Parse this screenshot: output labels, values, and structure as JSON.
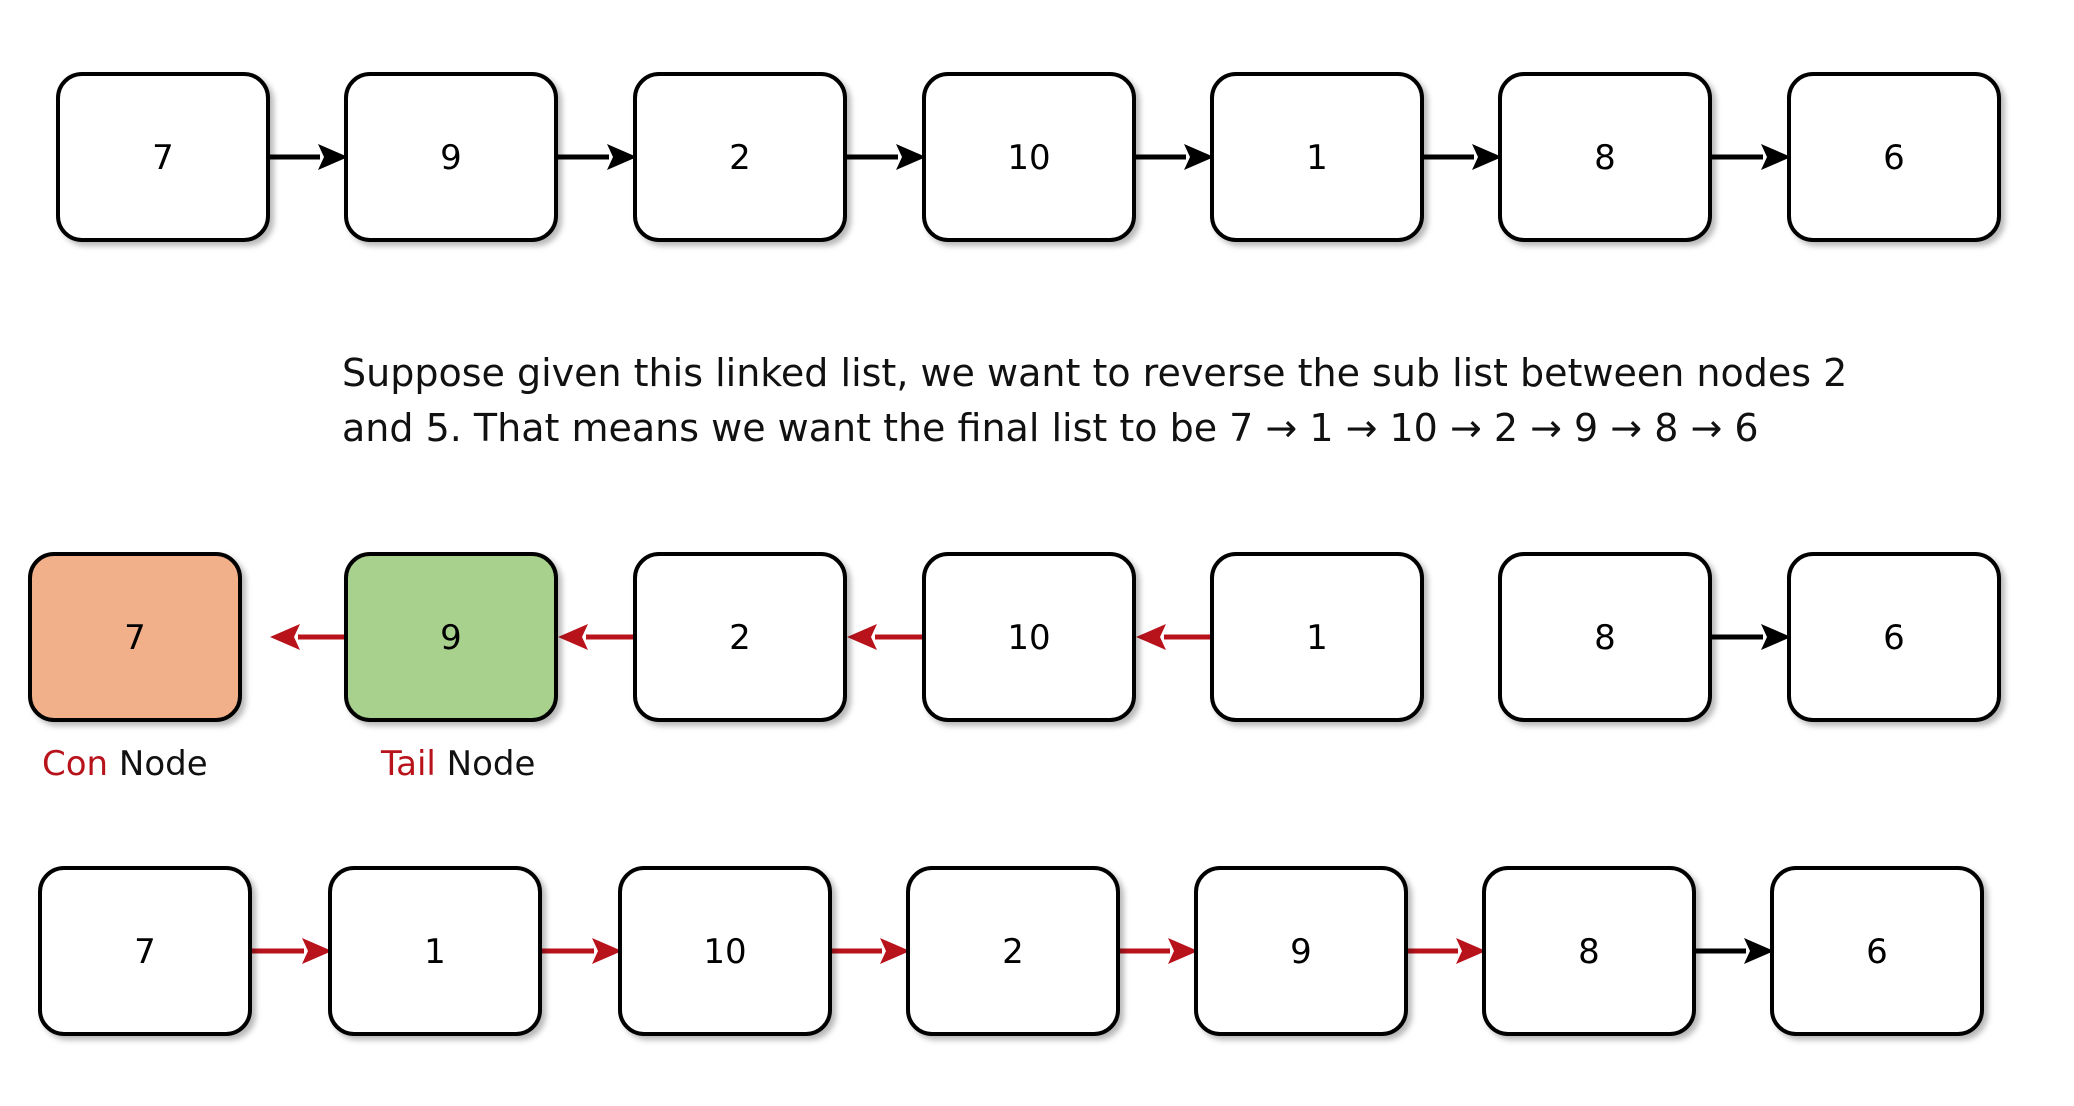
{
  "caption": {
    "line1": "Suppose given this linked list, we want to reverse the sub list between nodes 2",
    "line2": "and 5.  That means we want the final list to be 7 → 1 → 10 → 2 → 9 → 8 → 6"
  },
  "labels": {
    "con_red": "Con",
    "con_rest": " Node",
    "tail_red": "Tail",
    "tail_rest": " Node"
  },
  "colors": {
    "con_fill": "#f2b08a",
    "tail_fill": "#a9d18e",
    "node_fill": "#ffffff",
    "black_arrow": "#000000",
    "red_arrow": "#b8121b",
    "red_text": "#b8121b"
  },
  "rows": [
    {
      "name": "original",
      "nodes": [
        "7",
        "9",
        "2",
        "10",
        "1",
        "8",
        "6"
      ],
      "links": [
        {
          "from": 0,
          "to": 1,
          "color": "black"
        },
        {
          "from": 1,
          "to": 2,
          "color": "black"
        },
        {
          "from": 2,
          "to": 3,
          "color": "black"
        },
        {
          "from": 3,
          "to": 4,
          "color": "black"
        },
        {
          "from": 4,
          "to": 5,
          "color": "black"
        },
        {
          "from": 5,
          "to": 6,
          "color": "black"
        }
      ]
    },
    {
      "name": "reversal-in-progress",
      "nodes": [
        "7",
        "9",
        "2",
        "10",
        "1",
        "8",
        "6"
      ],
      "highlights": {
        "0": "con",
        "1": "tail"
      },
      "links": [
        {
          "from": 1,
          "to": 0,
          "color": "red"
        },
        {
          "from": 2,
          "to": 1,
          "color": "red"
        },
        {
          "from": 3,
          "to": 2,
          "color": "red"
        },
        {
          "from": 4,
          "to": 3,
          "color": "red"
        },
        {
          "from": 5,
          "to": 6,
          "color": "black"
        }
      ]
    },
    {
      "name": "final",
      "nodes": [
        "7",
        "1",
        "10",
        "2",
        "9",
        "8",
        "6"
      ],
      "links": [
        {
          "from": 0,
          "to": 1,
          "color": "red"
        },
        {
          "from": 1,
          "to": 2,
          "color": "red"
        },
        {
          "from": 2,
          "to": 3,
          "color": "red"
        },
        {
          "from": 3,
          "to": 4,
          "color": "red"
        },
        {
          "from": 4,
          "to": 5,
          "color": "red"
        },
        {
          "from": 5,
          "to": 6,
          "color": "black"
        }
      ]
    }
  ]
}
